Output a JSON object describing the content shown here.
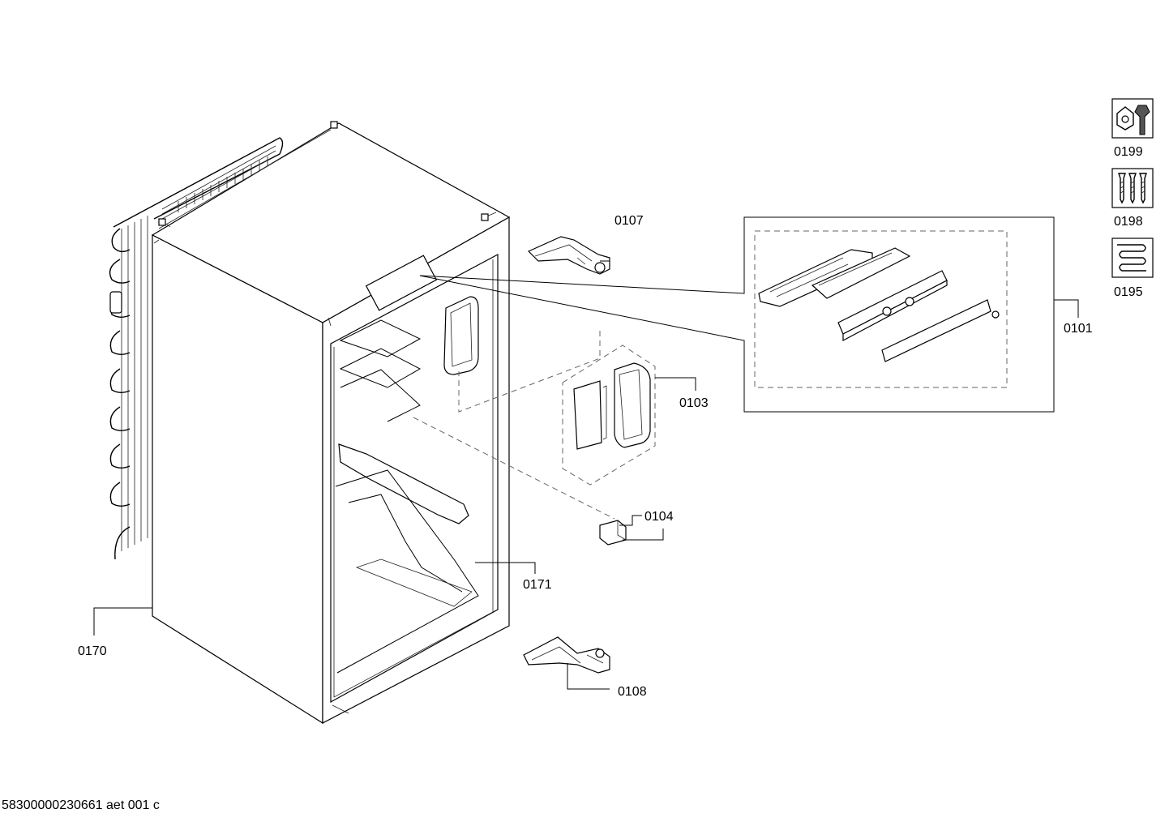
{
  "diagram": {
    "footer_code": "58300000230661 aet 001 c",
    "part_labels": {
      "p0107": "0107",
      "p0101": "0101",
      "p0103": "0103",
      "p0104": "0104",
      "p0171": "0171",
      "p0170": "0170",
      "p0108": "0108"
    },
    "legend": [
      {
        "label": "0199",
        "icon": "nut-wrench-icon"
      },
      {
        "label": "0198",
        "icon": "screws-icon"
      },
      {
        "label": "0195",
        "icon": "heating-coil-icon"
      }
    ]
  }
}
